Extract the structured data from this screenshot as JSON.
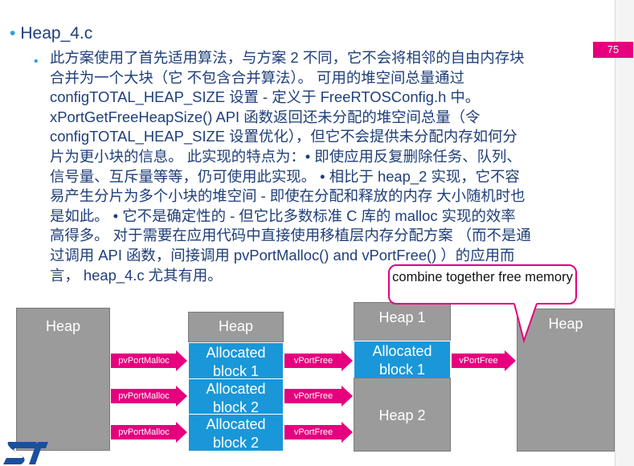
{
  "slide": {
    "page_number": "75",
    "title": "Heap_4.c",
    "body_lines": [
      "此方案使用了首先适用算法，与方案 2 不同，它不会将相邻的自由内存块",
      "合并为一个大块（它 不包含合并算法）。 可用的堆空间总量通过",
      "configTOTAL_HEAP_SIZE 设置 - 定义于 FreeRTOSConfig.h 中。",
      "xPortGetFreeHeapSize() API 函数返回还未分配的堆空间总量（令",
      "configTOTAL_HEAP_SIZE 设置优化），但它不会提供未分配内存如何分",
      "片为更小块的信息。 此实现的特点为：• 即使应用反复删除任务、队列、",
      "信号量、互斥量等等，仍可使用此实现。 • 相比于 heap_2 实现，它不容",
      "易产生分片为多个小块的堆空间 - 即使在分配和释放的内存 大小随机时也",
      "是如此。 • 它不是确定性的 - 但它比多数标准 C 库的 malloc 实现的效率",
      "高得多。 对于需要在应用代码中直接使用移植层内存分配方案 （而不是通",
      "过调用 API 函数，间接调用 pvPortMalloc() and vPortFree() ）的应用而",
      "言， heap_4.c 尤其有用。"
    ]
  },
  "callout": {
    "text": "combine together free memory"
  },
  "diagram": {
    "heap_initial": "Heap",
    "heap_stage2": "Heap",
    "heap1": "Heap 1",
    "heap2": "Heap 2",
    "heap_final": "Heap",
    "allocated_1": "Allocated block 1",
    "allocated_2a": "Allocated block 2",
    "allocated_2b": "Allocated block 2",
    "allocated_3": "Allocated block 1",
    "arrows": {
      "malloc_1": "pvPortMalloc",
      "malloc_2": "pvPortMalloc",
      "malloc_3": "pvPortMalloc",
      "free_1": "vPortFree",
      "free_2": "vPortFree",
      "free_3": "vPortFree",
      "free_4": "vPortFree"
    }
  },
  "colors": {
    "accent": "#e6007e",
    "title": "#1f3f7a",
    "block_blue": "#1997d8",
    "heap_gray": "#9b9b9b"
  },
  "logo": "st-logo"
}
